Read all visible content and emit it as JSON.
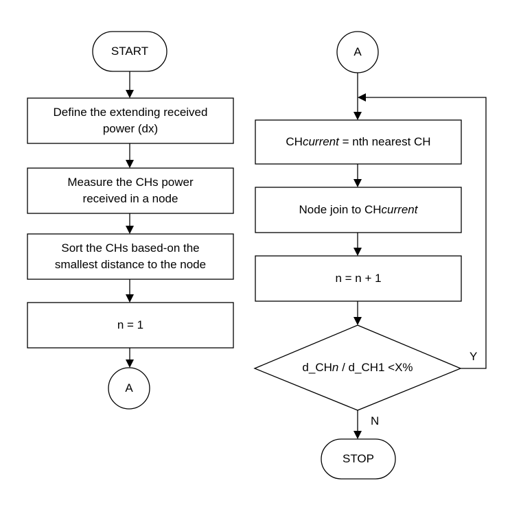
{
  "left": {
    "start": "START",
    "step1": {
      "line1": "Define the extending received",
      "line2": "power (dx)"
    },
    "step2": {
      "line1": "Measure the CHs power",
      "line2": "received in a node"
    },
    "step3": {
      "line1": "Sort the CHs based-on the",
      "line2": "smallest distance to the node"
    },
    "step4": "n = 1",
    "connector": "A"
  },
  "right": {
    "connector": "A",
    "step1": {
      "prefix": "CH",
      "italic": "current",
      "suffix": " = nth nearest CH"
    },
    "step2": {
      "prefix": "Node join to CH",
      "italic": "current"
    },
    "step3": "n = n + 1",
    "decision": {
      "prefix": "d_CH",
      "italic": "n",
      "suffix": " / d_CH1 <X%"
    },
    "yes": "Y",
    "no": "N",
    "stop": "STOP"
  }
}
